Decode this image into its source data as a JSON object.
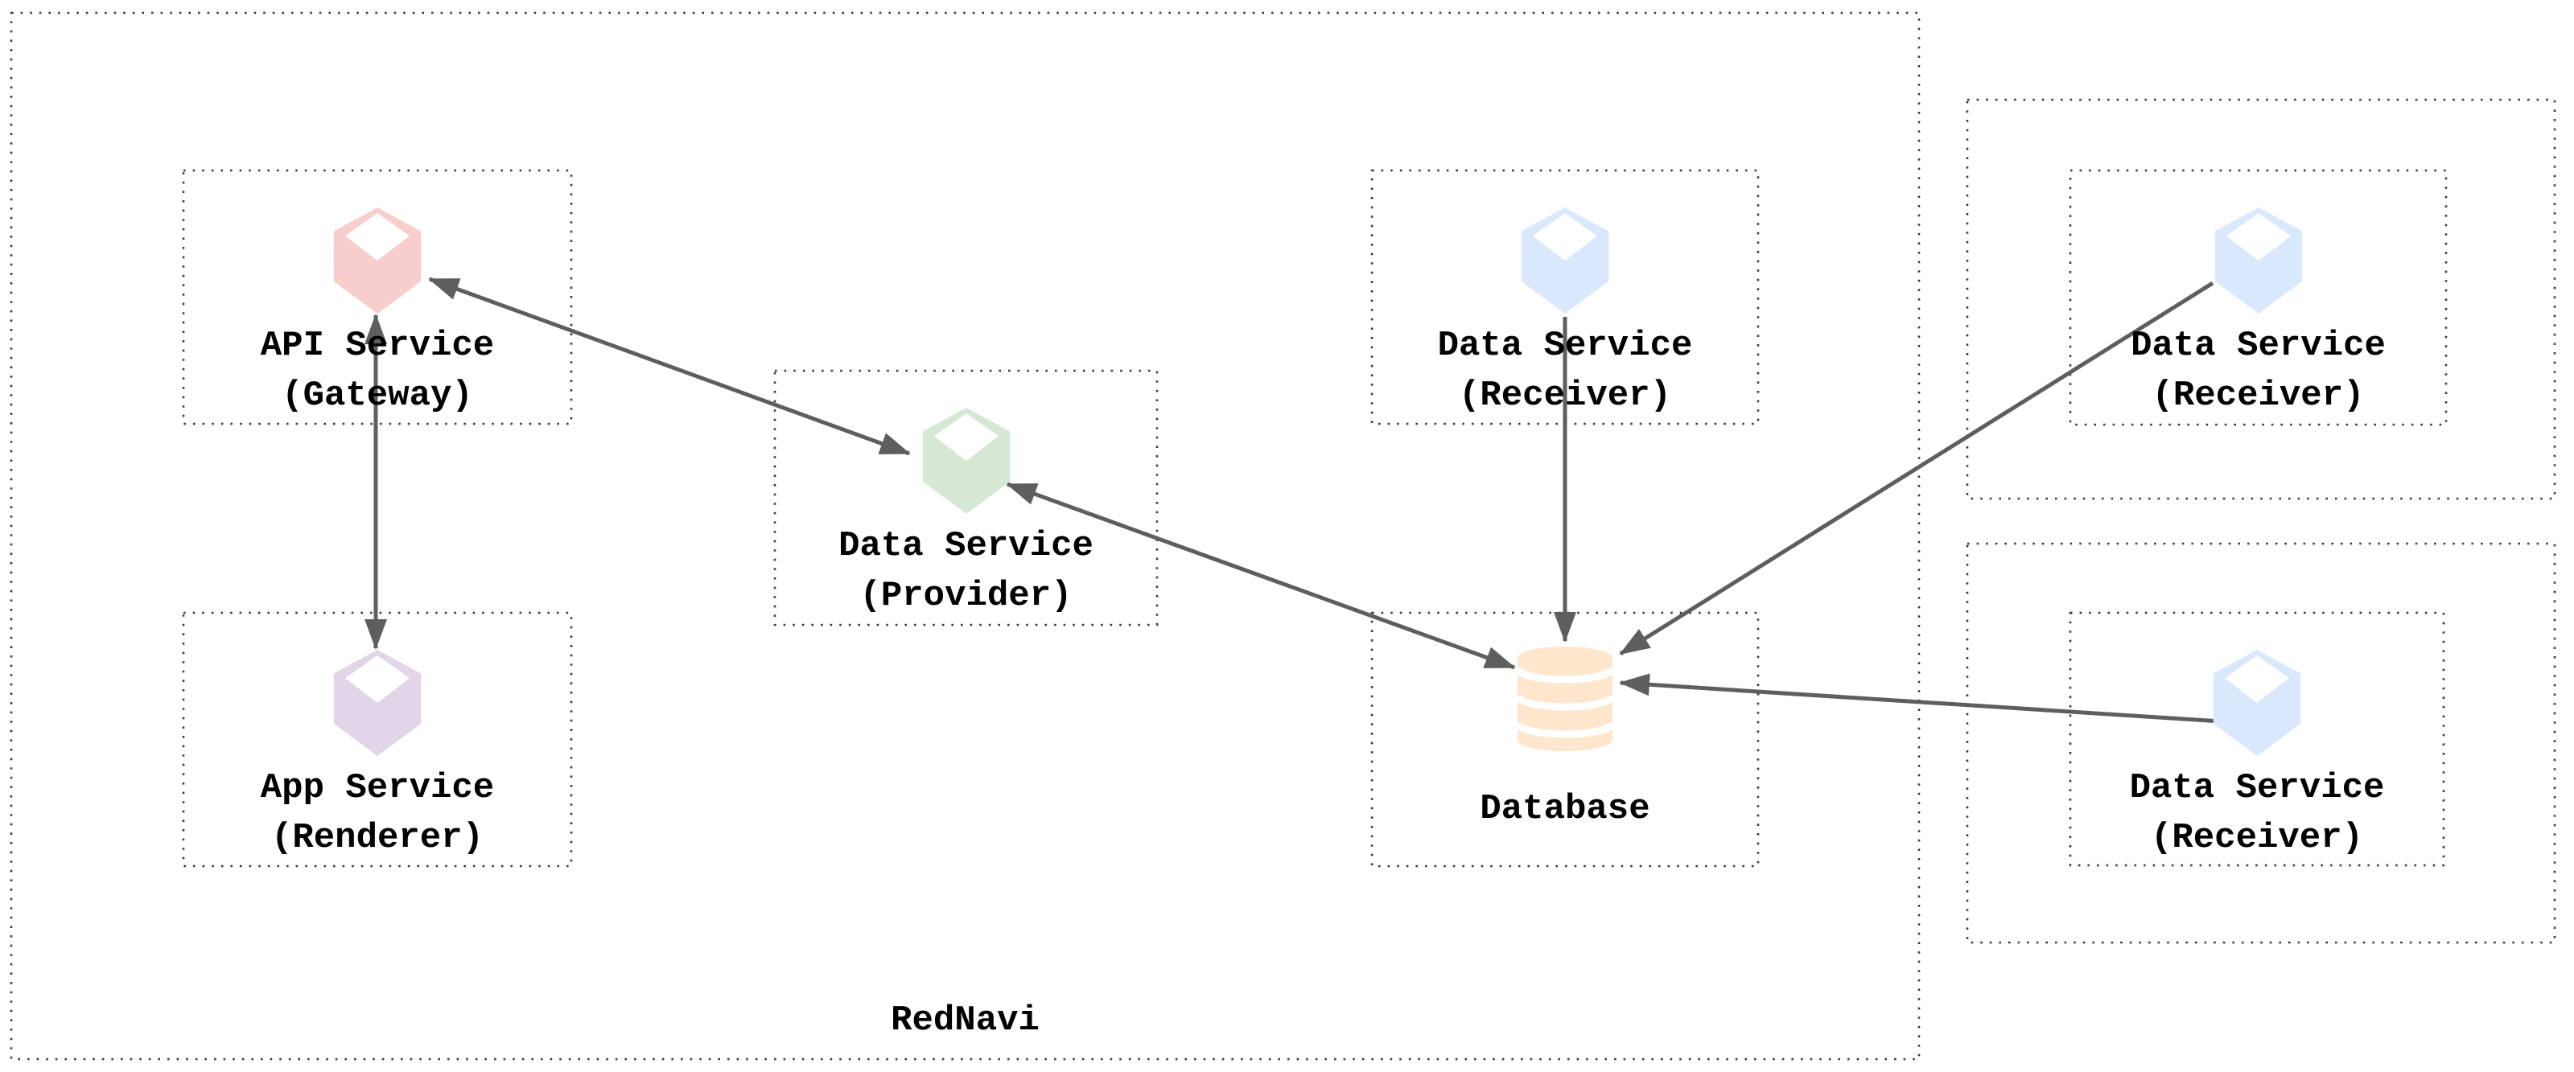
{
  "diagram": {
    "container": {
      "label": "RedNavi"
    },
    "nodes": [
      {
        "id": "api-service",
        "title": "API Service",
        "subtitle": "(Gateway)",
        "icon": "cube-icon",
        "color": "#f8cecc"
      },
      {
        "id": "app-service",
        "title": "App Service",
        "subtitle": "(Renderer)",
        "icon": "cube-icon",
        "color": "#e1d5e7"
      },
      {
        "id": "data-service-provider",
        "title": "Data Service",
        "subtitle": "(Provider)",
        "icon": "cube-icon",
        "color": "#d5e8d4"
      },
      {
        "id": "data-service-receiver-central",
        "title": "Data Service",
        "subtitle": "(Receiver)",
        "icon": "cube-icon",
        "color": "#dae8fc"
      },
      {
        "id": "database",
        "title": "Database",
        "subtitle": "",
        "icon": "database-icon",
        "color": "#ffe6cc"
      },
      {
        "id": "data-service-receiver-top-right",
        "title": "Data Service",
        "subtitle": "(Receiver)",
        "icon": "cube-icon",
        "color": "#dae8fc"
      },
      {
        "id": "data-service-receiver-bottom-right",
        "title": "Data Service",
        "subtitle": "(Receiver)",
        "icon": "cube-icon",
        "color": "#dae8fc"
      }
    ],
    "edges": [
      {
        "from": "api-service",
        "to": "app-service",
        "direction": "both"
      },
      {
        "from": "api-service",
        "to": "data-service-provider",
        "direction": "both"
      },
      {
        "from": "data-service-provider",
        "to": "database",
        "direction": "both"
      },
      {
        "from": "data-service-receiver-central",
        "to": "database",
        "direction": "one-way"
      },
      {
        "from": "data-service-receiver-top-right",
        "to": "database",
        "direction": "one-way"
      },
      {
        "from": "data-service-receiver-bottom-right",
        "to": "database",
        "direction": "one-way"
      }
    ],
    "colors": {
      "background": "#ffffff",
      "border_dots": "#383838",
      "arrow": "#5e5e5e",
      "text": "#000000"
    }
  }
}
